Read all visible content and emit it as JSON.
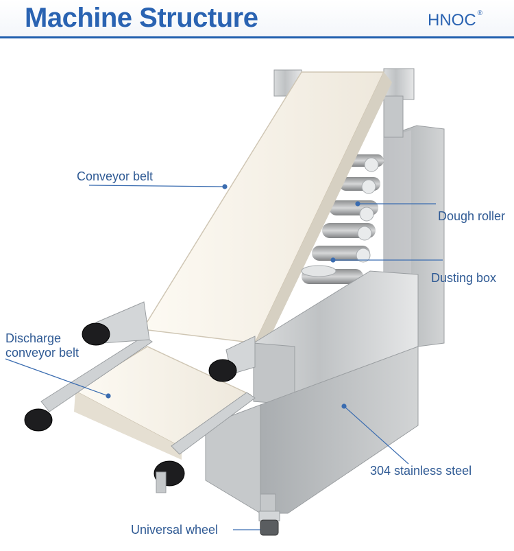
{
  "header": {
    "title": "Machine Structure",
    "brand": "HNOC",
    "brand_mark": "®"
  },
  "labels": {
    "conveyor_belt": "Conveyor belt",
    "dough_roller": "Dough roller",
    "dusting_box": "Dusting box",
    "discharge_line1": "Discharge",
    "discharge_line2": "conveyor belt",
    "stainless": "304 stainless steel",
    "wheel": "Universal wheel"
  },
  "colors": {
    "accent": "#2a63b2",
    "label": "#2f5a94",
    "leader": "#3a6cb0"
  }
}
